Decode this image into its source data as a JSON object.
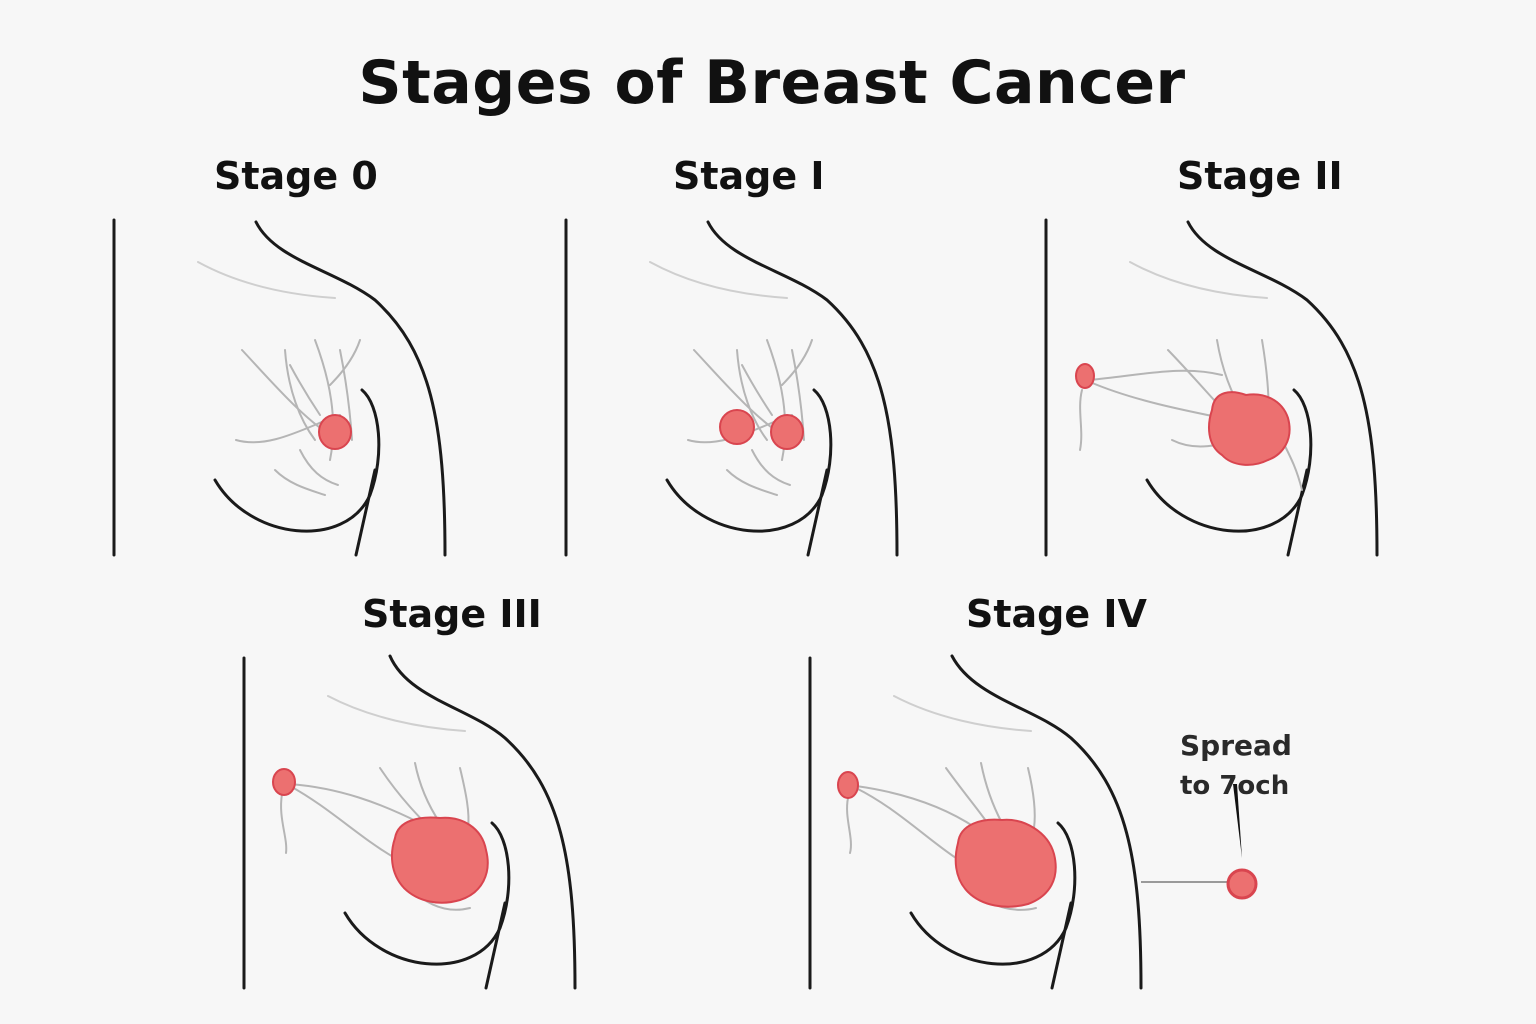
{
  "title": "Stages of Breast Cancer",
  "tumor_color": "#ec7070",
  "tumor_edge_color": "#d9454f",
  "panels": [
    {
      "id": "stage-0",
      "label": "Stage 0"
    },
    {
      "id": "stage-1",
      "label": "Stage I"
    },
    {
      "id": "stage-2",
      "label": "Stage II"
    },
    {
      "id": "stage-3",
      "label": "Stage III"
    },
    {
      "id": "stage-4",
      "label": "Stage IV"
    }
  ],
  "annotation": {
    "line1": "Spread",
    "line2": "to 7och"
  }
}
